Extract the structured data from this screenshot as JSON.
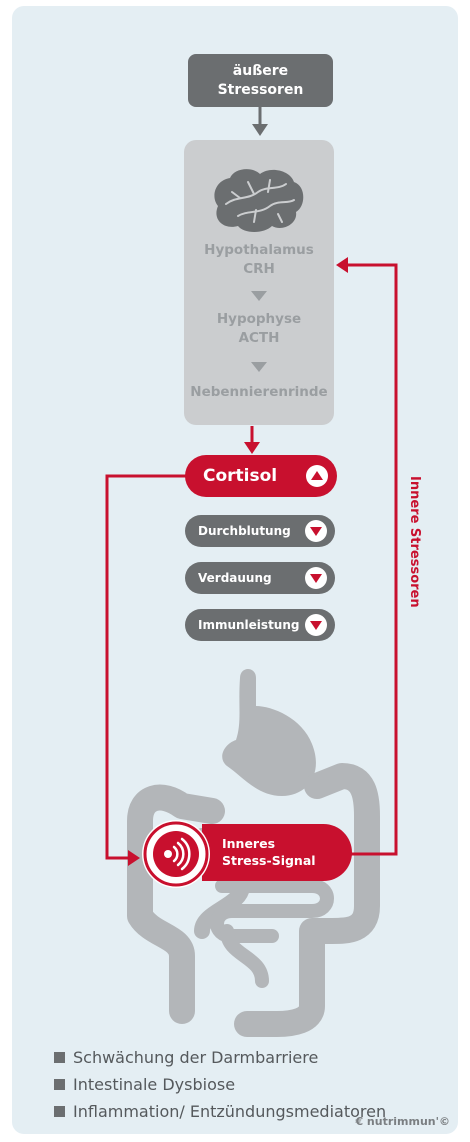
{
  "external": {
    "line1": "äußere",
    "line2": "Stressoren"
  },
  "hpa": {
    "hypothalamus": "Hypothalamus",
    "crh": "CRH",
    "hypophyse": "Hypophyse",
    "acth": "ACTH",
    "nebenniere": "Nebennierenrinde"
  },
  "cortisol": {
    "label": "Cortisol",
    "direction": "up"
  },
  "effects": [
    {
      "label": "Durchblutung",
      "direction": "down"
    },
    {
      "label": "Verdauung",
      "direction": "down"
    },
    {
      "label": "Immunleistung",
      "direction": "down"
    }
  ],
  "signal": {
    "line1": "Inneres",
    "line2": "Stress-Signal"
  },
  "loop_label": "Innere Stressoren",
  "consequences": [
    "Schwächung der Darmbarriere",
    "Intestinale Dysbiose",
    "Inflammation/ Entzündungsmediatoren"
  ],
  "brand": "nutrimmun",
  "colors": {
    "red": "#c8102e",
    "dark_grey": "#6b6e70",
    "light_grey": "#cbcdcf",
    "organ_grey": "#b3b6b9",
    "background": "#e4eef3"
  },
  "icons": [
    "brain-icon",
    "signal-icon",
    "arrow-up-icon",
    "arrow-down-icon"
  ]
}
